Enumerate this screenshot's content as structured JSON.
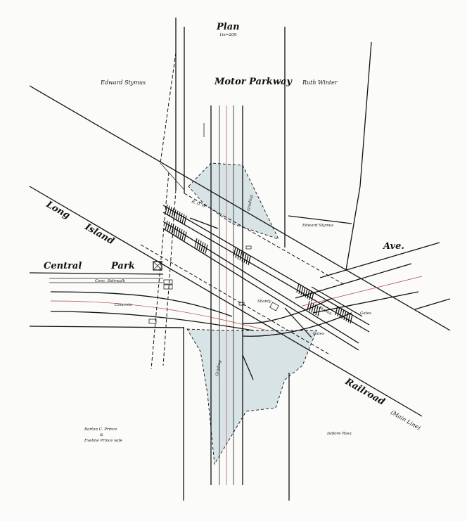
{
  "title": "Plan",
  "scale": "1in=20ft",
  "labels": {
    "owner_top_left": "Edward Stymus",
    "road_top": "Motor Parkway",
    "owner_top_right": "Ruth Winter",
    "rr_word1": "Long",
    "rr_word2": "Island",
    "rr_word3": "Railroad",
    "rr_note": "(Main Line)",
    "place_word1": "Central",
    "place_word2": "Park",
    "sidewalk": "Conc. Sidewalk",
    "concrete": "Concrete",
    "owner_mid_right": "Edward Stymus",
    "avenue": "Ave.",
    "owner_bottom_left_1": "Barton C. Prince",
    "owner_bottom_left_2": "&",
    "owner_bottom_left_3": "Eveline Prince wife",
    "owner_bottom_right": "Isidore Rosa",
    "gates": "Gates",
    "gates2": "Gates",
    "shanty": "Shanty",
    "grading1": "Grading",
    "grading2": "Grading",
    "row": "R. O. W.",
    "station": "Station"
  }
}
